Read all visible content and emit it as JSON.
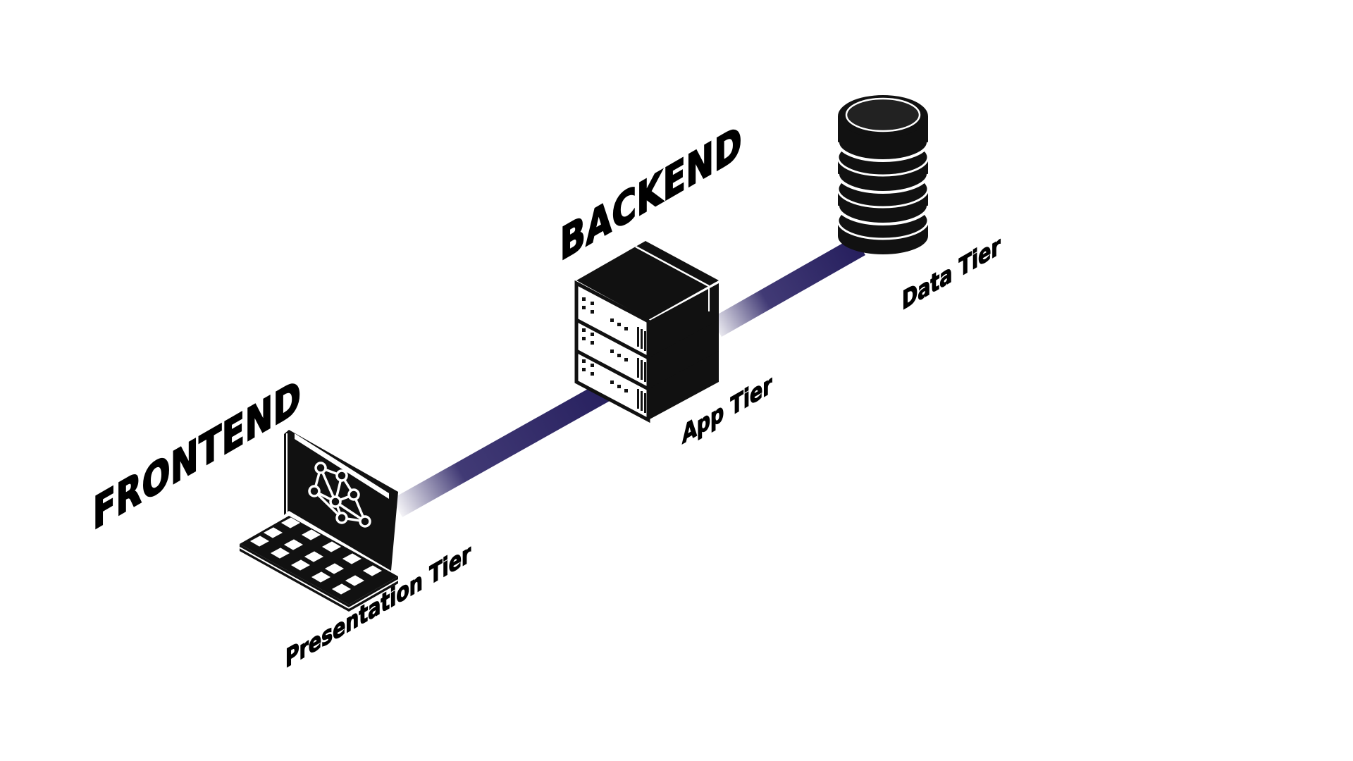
{
  "diagram": {
    "tiers": {
      "presentation": {
        "group_label": "FRONTEND",
        "tier_label": "Presentation Tier",
        "icon": "laptop-icon"
      },
      "app": {
        "group_label": "BACKEND",
        "tier_label": "App Tier",
        "icon": "server-stack-icon"
      },
      "data": {
        "tier_label": "Data Tier",
        "icon": "database-icon"
      }
    },
    "connectors": [
      {
        "from": "Presentation Tier",
        "to": "App Tier"
      },
      {
        "from": "App Tier",
        "to": "Data Tier"
      }
    ],
    "colors": {
      "connector": "#2c2466",
      "icon": "#111111",
      "label": "#000000",
      "background": "#ffffff"
    }
  }
}
